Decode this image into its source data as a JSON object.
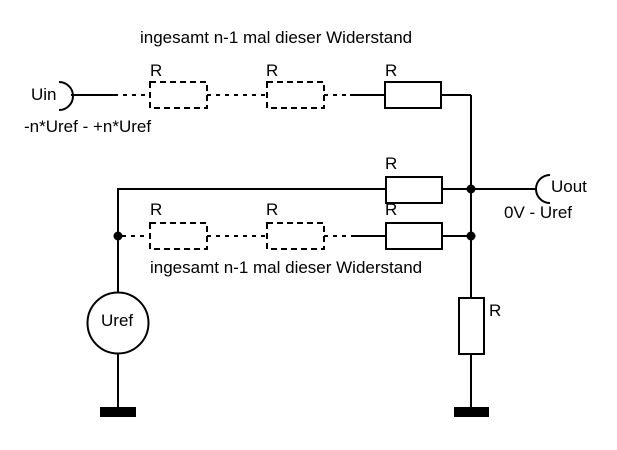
{
  "colors": {
    "background": "#ffffff",
    "ink": "#000000"
  },
  "circuit": {
    "input_chain": {
      "caption": "ingesamt n-1 mal dieser Widerstand",
      "terminal": "Uin",
      "range": "-n*Uref - +n*Uref",
      "resistors": [
        {
          "label": "R",
          "style": "dashed-placeholder"
        },
        {
          "label": "R",
          "style": "dashed-placeholder"
        },
        {
          "label": "R",
          "style": "solid"
        }
      ]
    },
    "feedback": {
      "resistor": {
        "label": "R",
        "style": "solid"
      }
    },
    "output": {
      "terminal": "Uout",
      "range": "0V - Uref"
    },
    "reference_chain": {
      "caption": "ingesamt n-1 mal dieser Widerstand",
      "resistors": [
        {
          "label": "R",
          "style": "dashed-placeholder"
        },
        {
          "label": "R",
          "style": "dashed-placeholder"
        },
        {
          "label": "R",
          "style": "solid"
        }
      ],
      "source": {
        "label": "Uref"
      }
    },
    "load": {
      "resistor": {
        "label": "R",
        "orientation": "vertical"
      }
    }
  }
}
